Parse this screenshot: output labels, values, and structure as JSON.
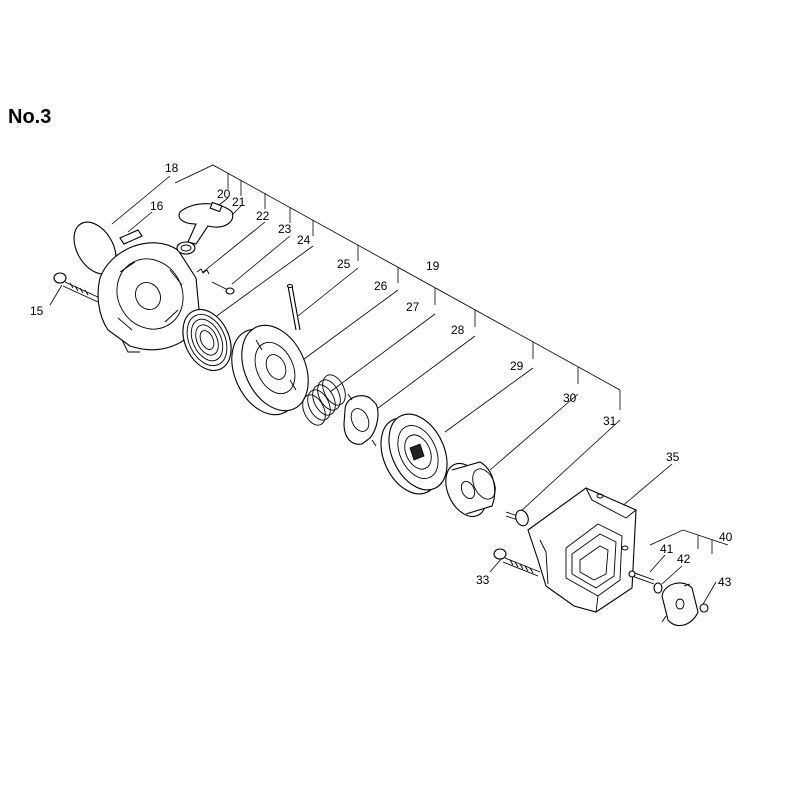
{
  "page": {
    "title": "No.3"
  },
  "callouts": [
    "15",
    "16",
    "18",
    "19",
    "20",
    "21",
    "22",
    "23",
    "24",
    "25",
    "26",
    "27",
    "28",
    "29",
    "30",
    "31",
    "33",
    "35",
    "40",
    "41",
    "42",
    "43"
  ]
}
